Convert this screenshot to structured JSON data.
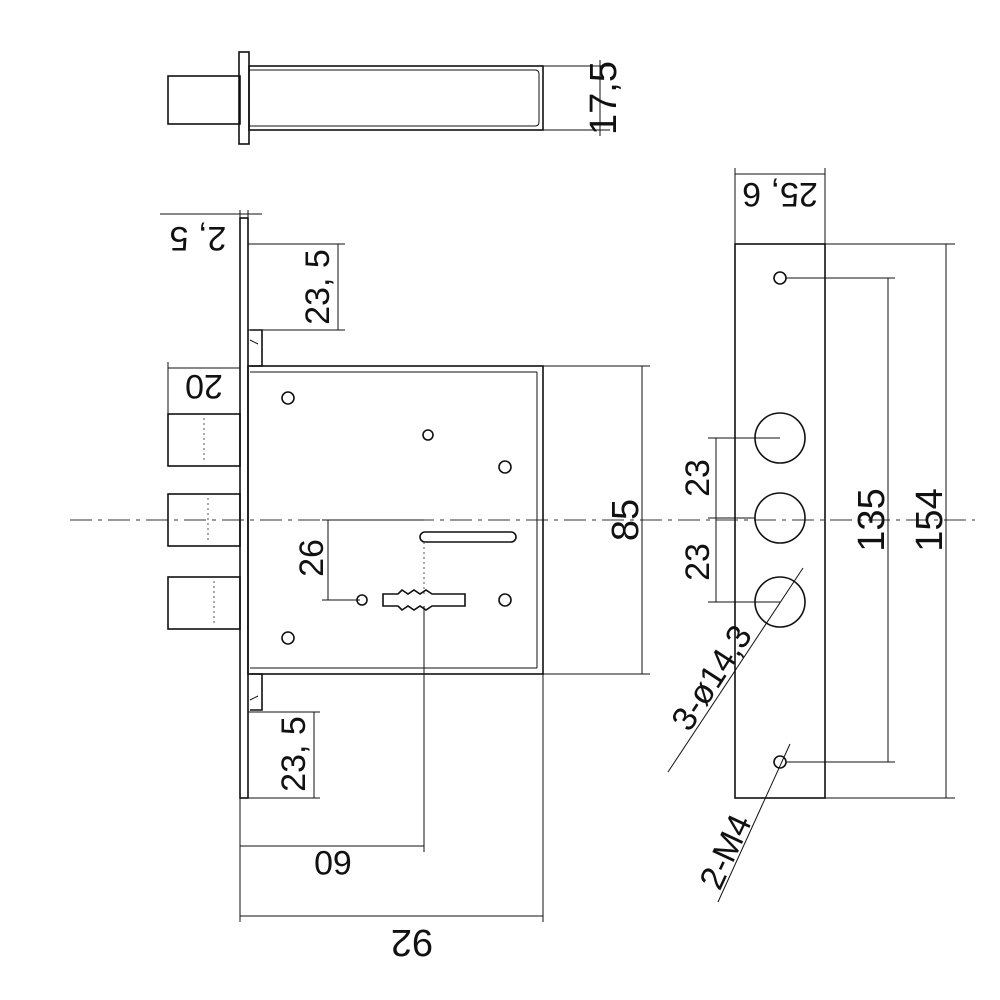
{
  "drawing": {
    "colors": {
      "line": "#111111",
      "background": "#ffffff"
    },
    "dimensions": {
      "bolt_height": "17,5",
      "faceplate_thickness": "2, 5",
      "top_offset": "23, 5",
      "bottom_offset": "23, 5",
      "bolt_projection": "20",
      "spindle_to_cylinder": "26",
      "body_height": "85",
      "backset": "60",
      "body_depth": "92",
      "faceplate_width": "25, 6",
      "hole_spacing_upper": "23",
      "hole_spacing_lower": "23",
      "screw_spacing": "135",
      "faceplate_length": "154",
      "bolt_holes": "3-ø14,3",
      "screws": "2-M4"
    }
  }
}
